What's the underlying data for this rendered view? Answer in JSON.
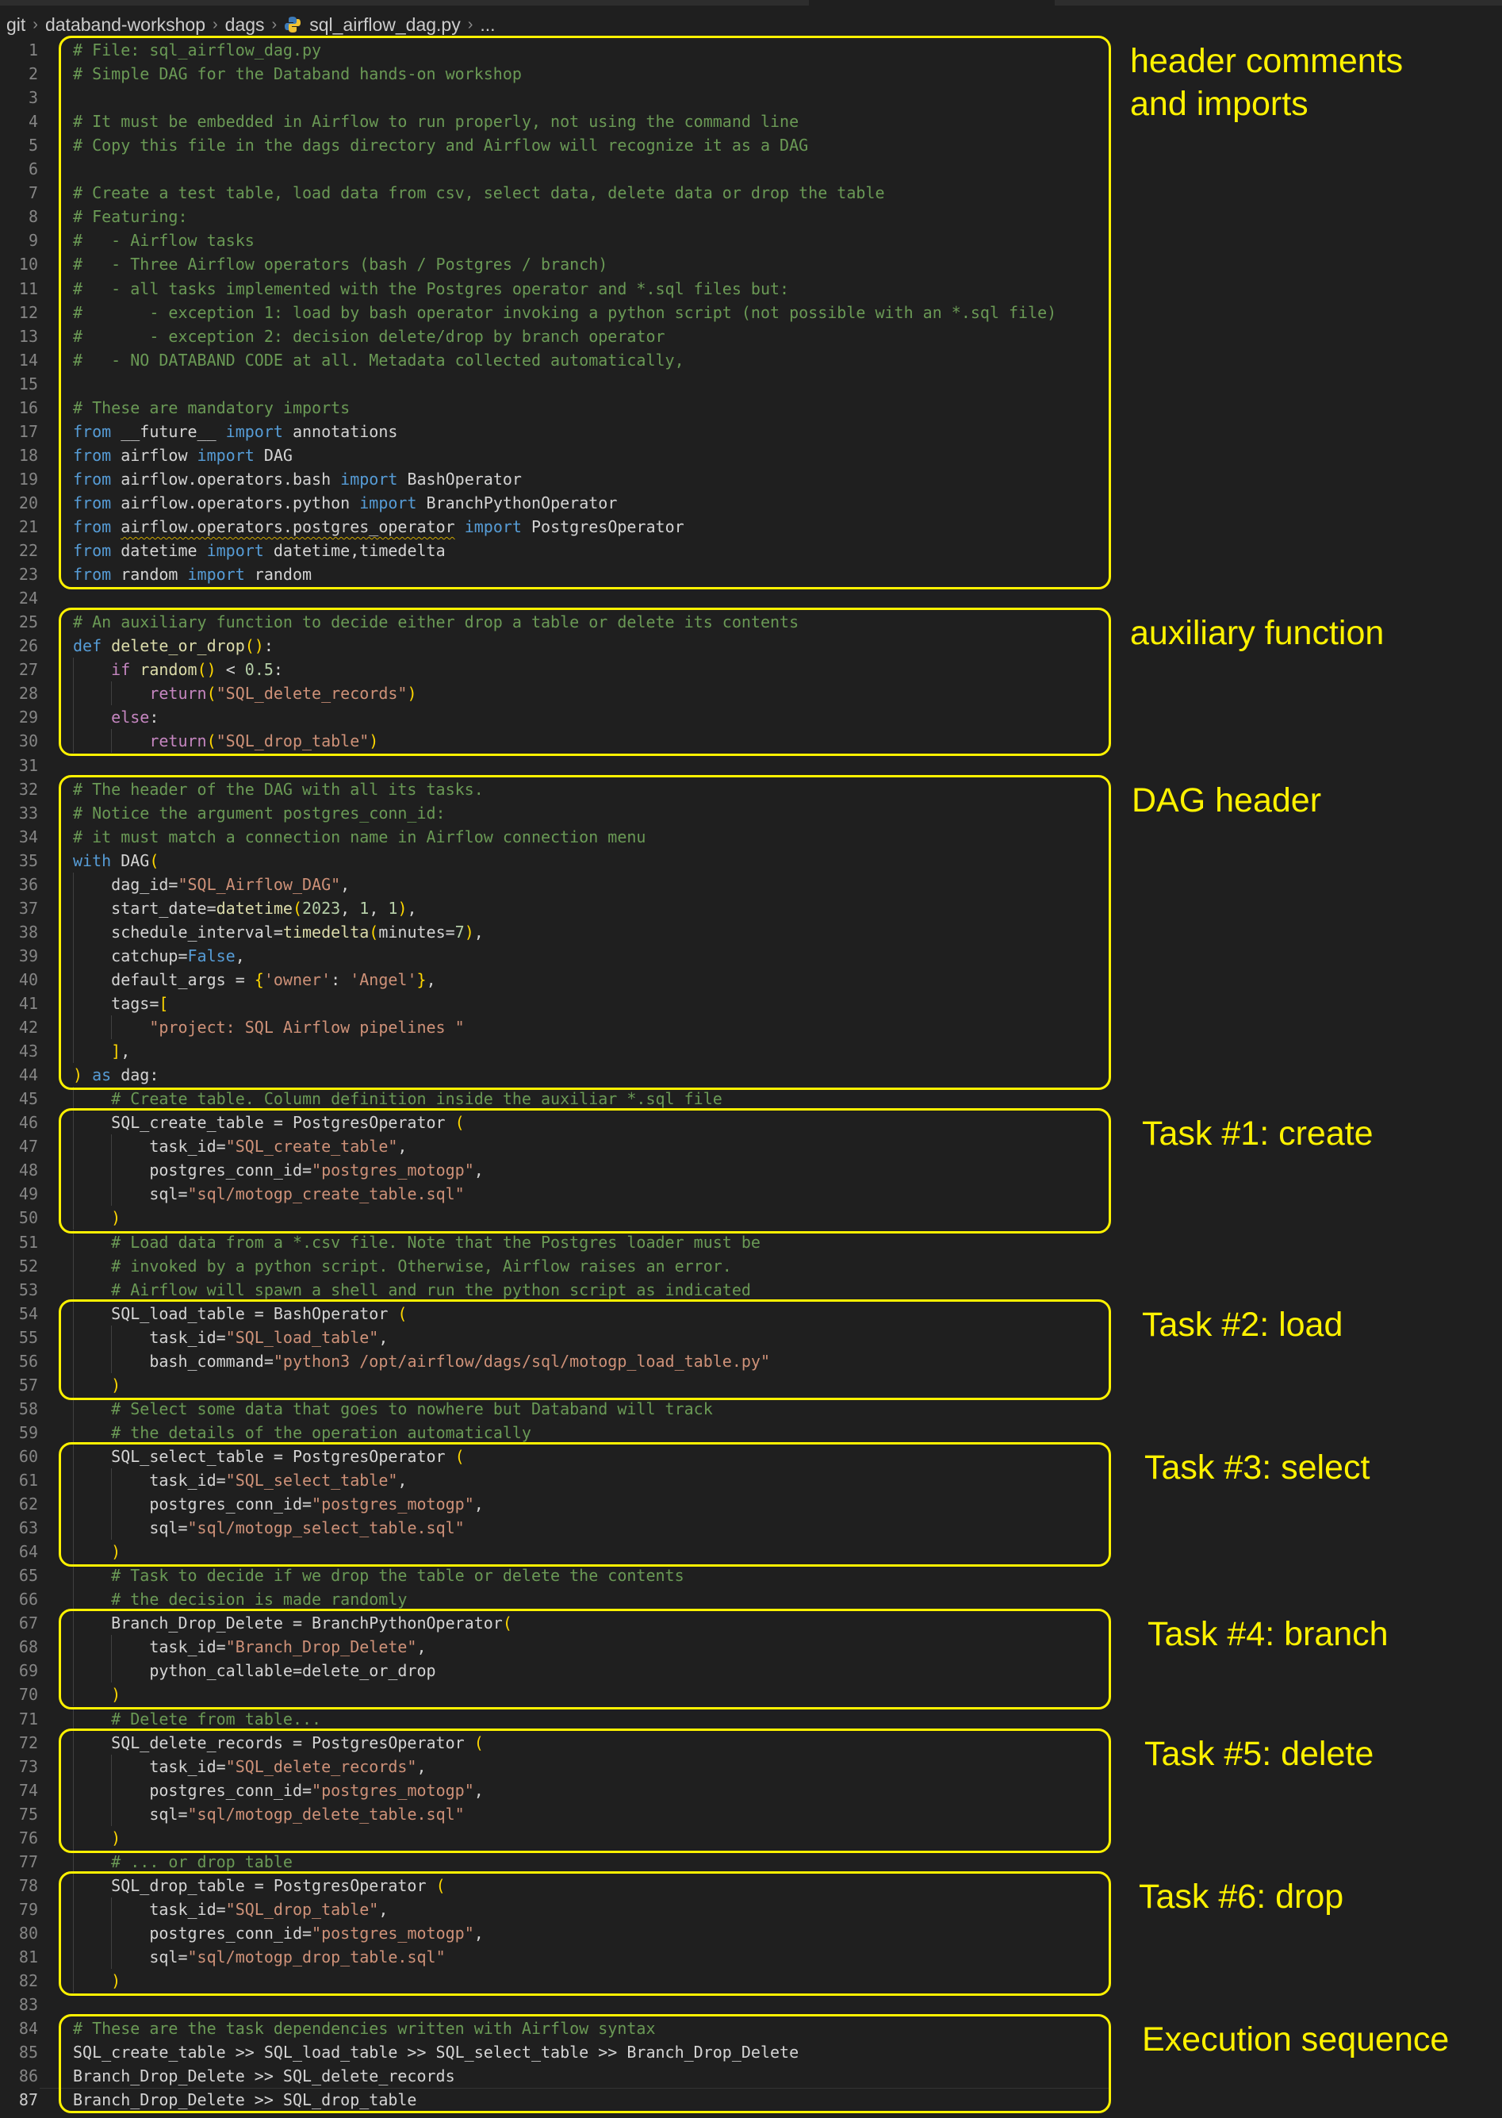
{
  "breadcrumb": {
    "items": [
      "git",
      "databand-workshop",
      "dags",
      "sql_airflow_dag.py",
      "..."
    ],
    "file_icon": "python-file-icon"
  },
  "colors": {
    "annotation": "#fff200",
    "comment": "#6a9955",
    "keyword": "#569cd6",
    "string": "#ce9178",
    "number": "#b5cea8",
    "function": "#dcdcaa",
    "background": "#1f1f1f"
  },
  "code": {
    "lines": [
      "# File: sql_airflow_dag.py",
      "# Simple DAG for the Databand hands-on workshop",
      "",
      "# It must be embedded in Airflow to run properly, not using the command line",
      "# Copy this file in the dags directory and Airflow will recognize it as a DAG",
      "",
      "# Create a test table, load data from csv, select data, delete data or drop the table",
      "# Featuring:",
      "#   - Airflow tasks",
      "#   - Three Airflow operators (bash / Postgres / branch)",
      "#   - all tasks implemented with the Postgres operator and *.sql files but:",
      "#       - exception 1: load by bash operator invoking a python script (not possible with an *.sql file)",
      "#       - exception 2: decision delete/drop by branch operator",
      "#   - NO DATABAND CODE at all. Metadata collected automatically,",
      "",
      "# These are mandatory imports",
      "from __future__ import annotations",
      "from airflow import DAG",
      "from airflow.operators.bash import BashOperator",
      "from airflow.operators.python import BranchPythonOperator",
      "from airflow.operators.postgres_operator import PostgresOperator",
      "from datetime import datetime,timedelta",
      "from random import random",
      "",
      "# An auxiliary function to decide either drop a table or delete its contents",
      "def delete_or_drop():",
      "    if random() < 0.5:",
      "        return(\"SQL_delete_records\")",
      "    else:",
      "        return(\"SQL_drop_table\")",
      "",
      "# The header of the DAG with all its tasks.",
      "# Notice the argument postgres_conn_id:",
      "# it must match a connection name in Airflow connection menu",
      "with DAG(",
      "    dag_id=\"SQL_Airflow_DAG\",",
      "    start_date=datetime(2023, 1, 1),",
      "    schedule_interval=timedelta(minutes=7),",
      "    catchup=False,",
      "    default_args = {'owner': 'Angel'},",
      "    tags=[",
      "        \"project: SQL Airflow pipelines \"",
      "    ],",
      ") as dag:",
      "    # Create table. Column definition inside the auxiliar *.sql file",
      "    SQL_create_table = PostgresOperator (",
      "        task_id=\"SQL_create_table\",",
      "        postgres_conn_id=\"postgres_motogp\",",
      "        sql=\"sql/motogp_create_table.sql\"",
      "    )",
      "    # Load data from a *.csv file. Note that the Postgres loader must be",
      "    # invoked by a python script. Otherwise, Airflow raises an error.",
      "    # Airflow will spawn a shell and run the python script as indicated",
      "    SQL_load_table = BashOperator (",
      "        task_id=\"SQL_load_table\",",
      "        bash_command=\"python3 /opt/airflow/dags/sql/motogp_load_table.py\"",
      "    )",
      "    # Select some data that goes to nowhere but Databand will track",
      "    # the details of the operation automatically",
      "    SQL_select_table = PostgresOperator (",
      "        task_id=\"SQL_select_table\",",
      "        postgres_conn_id=\"postgres_motogp\",",
      "        sql=\"sql/motogp_select_table.sql\"",
      "    )",
      "    # Task to decide if we drop the table or delete the contents",
      "    # the decision is made randomly",
      "    Branch_Drop_Delete = BranchPythonOperator(",
      "        task_id=\"Branch_Drop_Delete\",",
      "        python_callable=delete_or_drop",
      "    )",
      "    # Delete from table...",
      "    SQL_delete_records = PostgresOperator (",
      "        task_id=\"SQL_delete_records\",",
      "        postgres_conn_id=\"postgres_motogp\",",
      "        sql=\"sql/motogp_delete_table.sql\"",
      "    )",
      "    # ... or drop table",
      "    SQL_drop_table = PostgresOperator (",
      "        task_id=\"SQL_drop_table\",",
      "        postgres_conn_id=\"postgres_motogp\",",
      "        sql=\"sql/motogp_drop_table.sql\"",
      "    )",
      "",
      "# These are the task dependencies written with Airflow syntax",
      "SQL_create_table >> SQL_load_table >> SQL_select_table >> Branch_Drop_Delete",
      "Branch_Drop_Delete >> SQL_delete_records",
      "Branch_Drop_Delete >> SQL_drop_table"
    ]
  },
  "annotations": [
    {
      "label": "header comments\nand imports",
      "first_line": 1,
      "last_line": 23
    },
    {
      "label": "auxiliary function",
      "first_line": 25,
      "last_line": 30
    },
    {
      "label": "DAG header",
      "first_line": 32,
      "last_line": 44
    },
    {
      "label": "Task #1: create",
      "first_line": 46,
      "last_line": 50
    },
    {
      "label": "Task #2: load",
      "first_line": 54,
      "last_line": 57
    },
    {
      "label": "Task #3: select",
      "first_line": 60,
      "last_line": 64
    },
    {
      "label": "Task #4: branch",
      "first_line": 67,
      "last_line": 70
    },
    {
      "label": "Task #5: delete",
      "first_line": 72,
      "last_line": 76
    },
    {
      "label": "Task #6: drop",
      "first_line": 78,
      "last_line": 82
    },
    {
      "label": "Execution sequence",
      "first_line": 84,
      "last_line": 87
    }
  ]
}
